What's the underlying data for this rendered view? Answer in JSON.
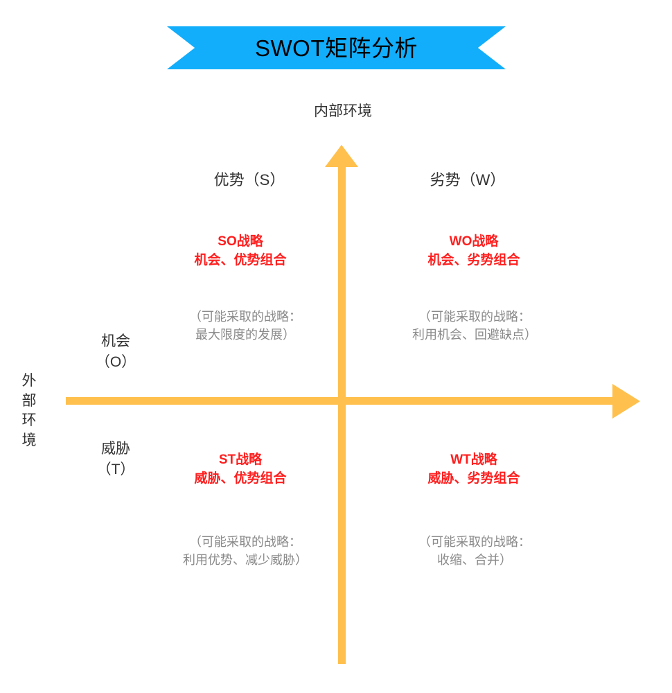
{
  "title": {
    "text": "SWOT矩阵分析",
    "banner_color": "#12AEFB",
    "text_color": "#000000"
  },
  "axes": {
    "vertical_label": "内部环境",
    "horizontal_label": "外\n部\n环\n境",
    "color": "#FFC04D",
    "vertical_arrow_direction": "up",
    "horizontal_arrow_direction": "right"
  },
  "columns": [
    {
      "label": "优势（S）"
    },
    {
      "label": "劣势（W）"
    }
  ],
  "rows": [
    {
      "label": "机会\n（O）"
    },
    {
      "label": "威胁\n（T）"
    }
  ],
  "quadrants": [
    {
      "code": "SO",
      "strategy": "SO战略\n机会、优势组合",
      "note": "（可能采取的战略：\n最大限度的发展）",
      "strategy_color": "#FF1E1E",
      "note_color": "#8a8a8a"
    },
    {
      "code": "WO",
      "strategy": "WO战略\n机会、劣势组合",
      "note": "（可能采取的战略：\n利用机会、回避缺点）",
      "strategy_color": "#FF1E1E",
      "note_color": "#8a8a8a"
    },
    {
      "code": "ST",
      "strategy": "ST战略\n威胁、优势组合",
      "note": "（可能采取的战略：\n利用优势、减少威胁）",
      "strategy_color": "#FF1E1E",
      "note_color": "#8a8a8a"
    },
    {
      "code": "WT",
      "strategy": "WT战略\n威胁、劣势组合",
      "note": "（可能采取的战略：\n收缩、合并）",
      "strategy_color": "#FF1E1E",
      "note_color": "#8a8a8a"
    }
  ]
}
